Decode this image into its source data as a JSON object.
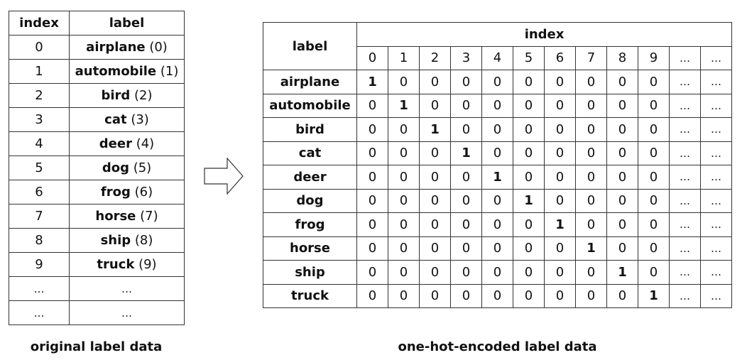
{
  "original_table": {
    "header": {
      "index": "index",
      "label": "label"
    },
    "rows": [
      {
        "index": "0",
        "name": "airplane",
        "num": "(0)"
      },
      {
        "index": "1",
        "name": "automobile",
        "num": "(1)"
      },
      {
        "index": "2",
        "name": "bird",
        "num": "(2)"
      },
      {
        "index": "3",
        "name": "cat",
        "num": "(3)"
      },
      {
        "index": "4",
        "name": "deer",
        "num": "(4)"
      },
      {
        "index": "5",
        "name": "dog",
        "num": "(5)"
      },
      {
        "index": "6",
        "name": "frog",
        "num": "(6)"
      },
      {
        "index": "7",
        "name": "horse",
        "num": "(7)"
      },
      {
        "index": "8",
        "name": "ship",
        "num": "(8)"
      },
      {
        "index": "9",
        "name": "truck",
        "num": "(9)"
      },
      {
        "index": "…",
        "name": "…",
        "num": ""
      },
      {
        "index": "…",
        "name": "…",
        "num": ""
      }
    ],
    "caption": "original label data"
  },
  "arrow_icon": "right-arrow-icon",
  "onehot_table": {
    "label_header": "label",
    "index_header": "index",
    "columns": [
      "0",
      "1",
      "2",
      "3",
      "4",
      "5",
      "6",
      "7",
      "8",
      "9",
      "…",
      "…"
    ],
    "rows": [
      {
        "label": "airplane",
        "cells": [
          "1",
          "0",
          "0",
          "0",
          "0",
          "0",
          "0",
          "0",
          "0",
          "0",
          "…",
          "…"
        ]
      },
      {
        "label": "automobile",
        "cells": [
          "0",
          "1",
          "0",
          "0",
          "0",
          "0",
          "0",
          "0",
          "0",
          "0",
          "…",
          "…"
        ]
      },
      {
        "label": "bird",
        "cells": [
          "0",
          "0",
          "1",
          "0",
          "0",
          "0",
          "0",
          "0",
          "0",
          "0",
          "…",
          "…"
        ]
      },
      {
        "label": "cat",
        "cells": [
          "0",
          "0",
          "0",
          "1",
          "0",
          "0",
          "0",
          "0",
          "0",
          "0",
          "…",
          "…"
        ]
      },
      {
        "label": "deer",
        "cells": [
          "0",
          "0",
          "0",
          "0",
          "1",
          "0",
          "0",
          "0",
          "0",
          "0",
          "…",
          "…"
        ]
      },
      {
        "label": "dog",
        "cells": [
          "0",
          "0",
          "0",
          "0",
          "0",
          "1",
          "0",
          "0",
          "0",
          "0",
          "…",
          "…"
        ]
      },
      {
        "label": "frog",
        "cells": [
          "0",
          "0",
          "0",
          "0",
          "0",
          "0",
          "1",
          "0",
          "0",
          "0",
          "…",
          "…"
        ]
      },
      {
        "label": "horse",
        "cells": [
          "0",
          "0",
          "0",
          "0",
          "0",
          "0",
          "0",
          "1",
          "0",
          "0",
          "…",
          "…"
        ]
      },
      {
        "label": "ship",
        "cells": [
          "0",
          "0",
          "0",
          "0",
          "0",
          "0",
          "0",
          "0",
          "1",
          "0",
          "…",
          "…"
        ]
      },
      {
        "label": "truck",
        "cells": [
          "0",
          "0",
          "0",
          "0",
          "0",
          "0",
          "0",
          "0",
          "0",
          "1",
          "…",
          "…"
        ]
      }
    ],
    "caption": "one-hot-encoded label data"
  }
}
